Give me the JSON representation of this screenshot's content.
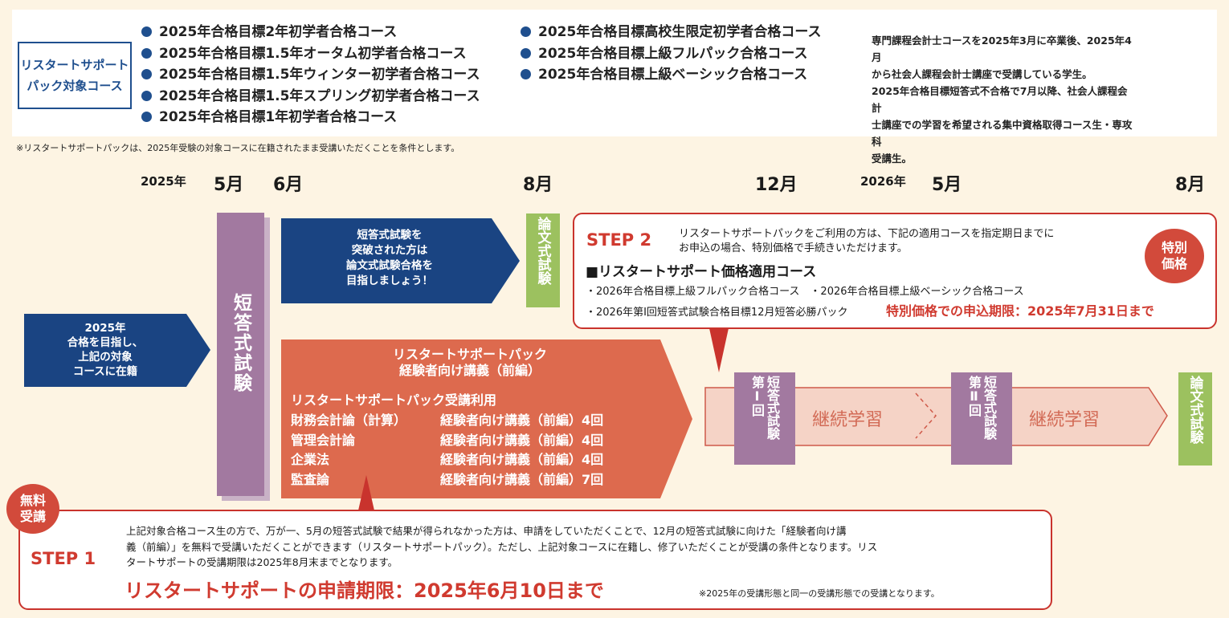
{
  "target": {
    "label_lines": [
      "リスタートサポート",
      "パック対象コース"
    ],
    "courses_col1": [
      "2025年合格目標2年初学者合格コース",
      "2025年合格目標1.5年オータム初学者合格コース",
      "2025年合格目標1.5年ウィンター初学者合格コース",
      "2025年合格目標1.5年スプリング初学者合格コース",
      "2025年合格目標1年初学者合格コース"
    ],
    "courses_col2": [
      "2025年合格目標高校生限定初学者合格コース",
      "2025年合格目標上級フルパック合格コース",
      "2025年合格目標上級ベーシック合格コース"
    ],
    "note_lines": [
      "専門課程会計士コースを2025年3月に卒業後、2025年4月",
      "から社会人課程会計士講座で受講している学生。",
      "2025年合格目標短答式不合格で7月以降、社会人課程会計",
      "士講座での学習を希望される集中資格取得コース生・専攻科",
      "受講生。"
    ],
    "footnote": "※リスタートサポートパックは、2025年受験の対象コースに在籍されたまま受講いただくことを条件とします。"
  },
  "timeline": {
    "year_2025": "2025年",
    "year_2026": "2026年",
    "months": {
      "m5a": "5月",
      "m6": "6月",
      "m8a": "8月",
      "m12": "12月",
      "m5b": "5月",
      "m8b": "8月"
    }
  },
  "flow": {
    "enroll_lines": [
      "2025年",
      "合格を目指し、",
      "上記の対象",
      "コースに在籍"
    ],
    "tanto_exam": "短答式試験",
    "passed_lines": [
      "短答式試験を",
      "突破された方は",
      "論文式試験合格を",
      "目指しましょう！"
    ],
    "ronbun_exam": "論文式試験",
    "pack_title_lines": [
      "リスタートサポートパック",
      "経験者向け講義（前編）"
    ],
    "pack_usage": "リスタートサポートパック受講利用",
    "pack_rows": [
      {
        "subject": "財務会計論（計算）",
        "lecture": "経験者向け講義（前編）4回"
      },
      {
        "subject": "管理会計論",
        "lecture": "経験者向け講義（前編）4回"
      },
      {
        "subject": "企業法",
        "lecture": "経験者向け講義（前編）4回"
      },
      {
        "subject": "監査論",
        "lecture": "経験者向け講義（前編）7回"
      }
    ],
    "exam1": {
      "ordinal": "第Ⅰ回",
      "name": "短答式試験"
    },
    "exam2": {
      "ordinal": "第Ⅱ回",
      "name": "短答式試験"
    },
    "continue_label": "継続学習"
  },
  "step2": {
    "label": "STEP 2",
    "desc_lines": [
      "リスタートサポートパックをご利用の方は、下記の適用コースを指定期日までに",
      "お申込の場合、特別価格で手続きいただけます。"
    ],
    "heading": "■リスタートサポート価格適用コース",
    "course_line1": "・2026年合格目標上級フルパック合格コース　・2026年合格目標上級ベーシック合格コース",
    "course_line2": "・2026年第Ⅰ回短答式試験合格目標12月短答必勝パック",
    "deadline": "特別価格での申込期限：2025年7月31日まで",
    "badge_lines": [
      "特別",
      "価格"
    ]
  },
  "step1": {
    "label": "STEP 1",
    "badge_lines": [
      "無料",
      "受講"
    ],
    "desc_lines": [
      "上記対象合格コース生の方で、万が一、5月の短答式試験で結果が得られなかった方は、申請をしていただくことで、12月の短答式試験に向けた「経験者向け講",
      "義（前編）」を無料で受講いただくことができます（リスタートサポートパック）。ただし、上記対象コースに在籍し、修了いただくことが受講の条件となります。リス",
      "タートサポートの受講期限は2025年8月末までとなります。"
    ],
    "deadline": "リスタートサポートの申請期限：2025年6月10日まで",
    "note": "※2025年の受講形態と同一の受講形態での受講となります。"
  },
  "colors": {
    "navy": "#1a4482",
    "purple": "#a279a0",
    "green": "#9cc15f",
    "orange": "#dd6a4e",
    "red": "#c9332d",
    "pink": "#f5d3c6"
  }
}
